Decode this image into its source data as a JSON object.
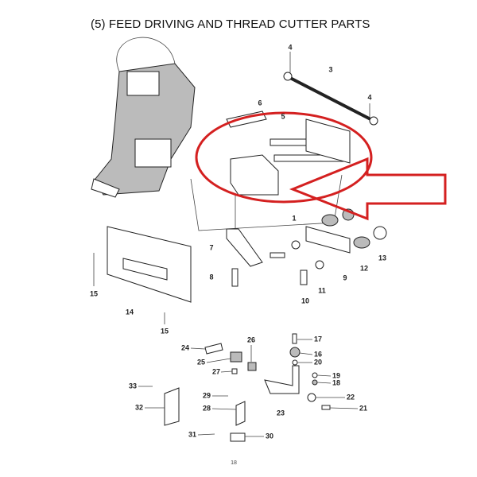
{
  "title": "(5) FEED DRIVING AND THREAD CUTTER PARTS",
  "page_number": "18",
  "highlight_color": "#d42020",
  "callouts": [
    "4",
    "3",
    "4",
    "6",
    "5",
    "1",
    "7",
    "8",
    "15",
    "14",
    "15",
    "9",
    "10",
    "11",
    "12",
    "13",
    "24",
    "25",
    "26",
    "27",
    "17",
    "16",
    "20",
    "19",
    "18",
    "22",
    "21",
    "23",
    "29",
    "28",
    "33",
    "32",
    "31",
    "30"
  ]
}
